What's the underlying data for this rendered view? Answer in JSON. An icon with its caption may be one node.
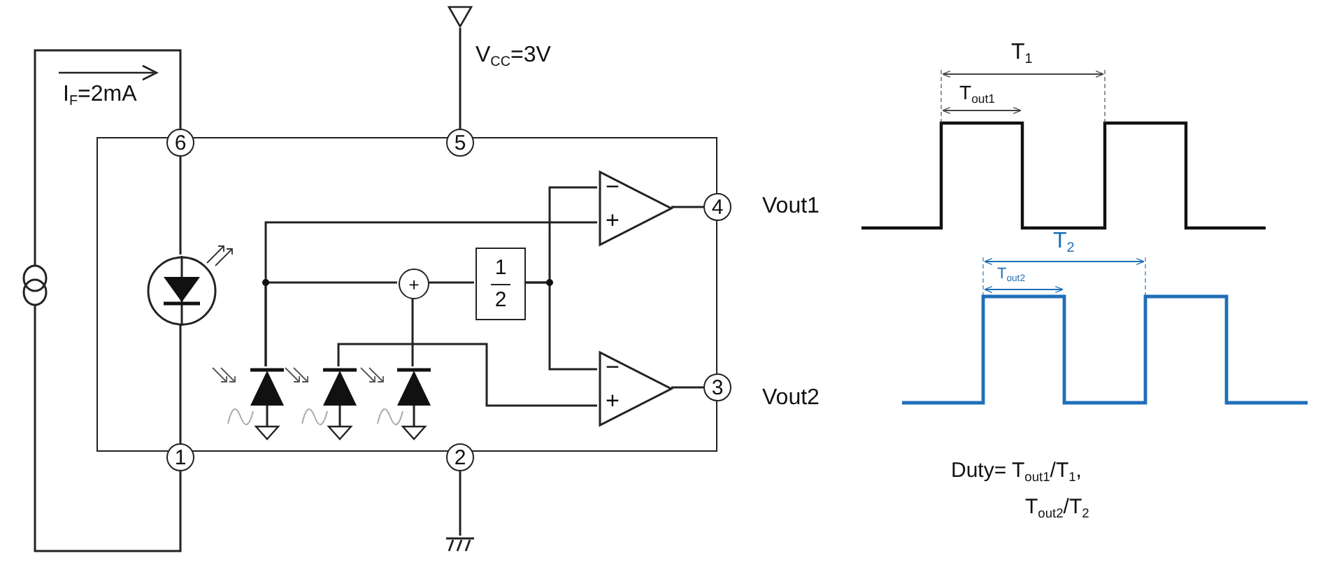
{
  "diagram": {
    "nodes": [
      {
        "text": [],
        "shape": "box"
      },
      {
        "text": [
          "6"
        ]
      },
      {
        "text": [
          "5"
        ]
      },
      {
        "text": [
          "4"
        ],
        "beside": [
          "Vout1"
        ]
      },
      {
        "text": [
          "3"
        ],
        "beside": [
          "Vout2"
        ]
      },
      {
        "text": [
          "1"
        ]
      },
      {
        "text": [
          "2"
        ]
      },
      {
        "text": [],
        "shape": "picture",
        "in": 0
      },
      {
        "text": [],
        "shape": "picture",
        "in": 0
      },
      {
        "text": [],
        "shape": "picture",
        "in": 0
      },
      {
        "text": [],
        "shape": "picture",
        "in": 0
      },
      {
        "text": [
          "+"
        ],
        "in": 0
      },
      {
        "text": [
          "1",
          "2"
        ],
        "in": 0
      },
      {
        "text": [
          "−",
          "+"
        ],
        "in": 0
      },
      {
        "text": [
          "−",
          "+"
        ],
        "in": 0
      },
      {
        "text": [],
        "shape": "circle"
      },
      {
        "text": [],
        "shape": "picture",
        "beside": [
          "V$_{CC}$=3V"
        ]
      },
      {
        "text": [],
        "shape": "picture"
      }
    ],
    "edges": [
      {
        "from": 15,
        "to": 1,
        "arrow": "none"
      },
      {
        "from": 15,
        "to": 5,
        "arrow": "none"
      },
      {
        "from": 1,
        "to": 7,
        "arrow": "none"
      },
      {
        "from": 7,
        "to": 5,
        "arrow": "none"
      },
      {
        "from": 2,
        "to": 16,
        "arrow": "none"
      },
      {
        "from": 6,
        "to": 17,
        "arrow": "none"
      },
      {
        "from": 8,
        "to": 13,
        "arrow": "none"
      },
      {
        "from": 8,
        "to": 11,
        "arrow": "none"
      },
      {
        "from": 10,
        "to": 11,
        "arrow": "none"
      },
      {
        "from": 9,
        "to": 14,
        "arrow": "none"
      },
      {
        "from": 11,
        "to": 12,
        "arrow": "none"
      },
      {
        "from": 12,
        "to": 13,
        "arrow": "none"
      },
      {
        "from": 12,
        "to": 14,
        "arrow": "none"
      },
      {
        "from": 13,
        "to": 3,
        "arrow": "none"
      },
      {
        "from": 14,
        "to": 4,
        "arrow": "none"
      }
    ],
    "labels": [
      "I$_{F}$=2mA",
      "T$_{1}$",
      "T$_{out1}$",
      "T$_{2}$",
      "T$_{out2}$",
      "Duty= T$_{out1}$/T$_{1}$,",
      "T$_{out2}$/T$_{2}$"
    ]
  }
}
